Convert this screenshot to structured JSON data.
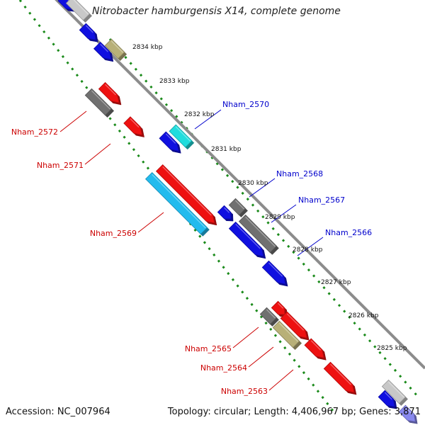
{
  "title": "Nitrobacter hamburgensis X14, complete genome",
  "footer": {
    "accession": "Accession: NC_007964",
    "summary": "Topology: circular; Length: 4,406,967 bp; Genes: 3,871"
  },
  "colors": {
    "backbone": "#8c8c8c",
    "tick": "#1a8a1a",
    "forward_label": "#0000cc",
    "reverse_label": "#cc0000",
    "gene_blue": "#1010e0",
    "gene_red": "#ee1111",
    "gene_gray": "#707070",
    "gene_khaki": "#b8b078",
    "gene_cyan": "#20dddd",
    "gene_skyblue": "#22bbee",
    "gene_lightgray": "#c8c8c8",
    "gene_lavender": "#8888ee"
  },
  "scale_ticks": [
    "2834 kbp",
    "2833 kbp",
    "2832 kbp",
    "2831 kbp",
    "2830 kbp",
    "2829 kbp",
    "2828 kbp",
    "2827 kbp",
    "2826 kbp",
    "2825 kbp"
  ],
  "gene_labels": [
    {
      "name": "Nham_2570",
      "strand": "forward"
    },
    {
      "name": "Nham_2568",
      "strand": "forward"
    },
    {
      "name": "Nham_2567",
      "strand": "forward"
    },
    {
      "name": "Nham_2566",
      "strand": "forward"
    },
    {
      "name": "Nham_2572",
      "strand": "reverse"
    },
    {
      "name": "Nham_2571",
      "strand": "reverse"
    },
    {
      "name": "Nham_2569",
      "strand": "reverse"
    },
    {
      "name": "Nham_2565",
      "strand": "reverse"
    },
    {
      "name": "Nham_2564",
      "strand": "reverse"
    },
    {
      "name": "Nham_2563",
      "strand": "reverse"
    }
  ],
  "genes": [
    {
      "id": "g1",
      "color": "gene_blue",
      "strand": "forward"
    },
    {
      "id": "g2",
      "color": "gene_lightgray",
      "strand": "forward"
    },
    {
      "id": "g3",
      "color": "gene_blue",
      "strand": "forward"
    },
    {
      "id": "g4",
      "color": "gene_blue",
      "strand": "forward"
    },
    {
      "id": "g5",
      "color": "gene_khaki",
      "strand": "reverse"
    },
    {
      "id": "g6",
      "color": "gene_gray",
      "strand": "reverse"
    },
    {
      "id": "g7",
      "color": "gene_red",
      "strand": "reverse"
    },
    {
      "id": "g8",
      "color": "gene_red",
      "strand": "reverse"
    },
    {
      "id": "g9",
      "color": "gene_blue",
      "strand": "forward"
    },
    {
      "id": "g10",
      "color": "gene_cyan",
      "strand": "forward"
    },
    {
      "id": "g11",
      "color": "gene_skyblue",
      "strand": "reverse"
    },
    {
      "id": "g12",
      "color": "gene_red",
      "strand": "reverse"
    },
    {
      "id": "g13",
      "color": "gene_blue",
      "strand": "forward"
    },
    {
      "id": "g14",
      "color": "gene_gray",
      "strand": "forward"
    },
    {
      "id": "g15",
      "color": "gene_blue",
      "strand": "forward"
    },
    {
      "id": "g16",
      "color": "gene_gray",
      "strand": "forward"
    },
    {
      "id": "g17",
      "color": "gene_blue",
      "strand": "forward"
    },
    {
      "id": "g18",
      "color": "gene_gray",
      "strand": "reverse"
    },
    {
      "id": "g19",
      "color": "gene_red",
      "strand": "reverse"
    },
    {
      "id": "g20",
      "color": "gene_khaki",
      "strand": "reverse"
    },
    {
      "id": "g21",
      "color": "gene_red",
      "strand": "reverse"
    },
    {
      "id": "g22",
      "color": "gene_red",
      "strand": "reverse"
    },
    {
      "id": "g23",
      "color": "gene_red",
      "strand": "reverse"
    },
    {
      "id": "g24",
      "color": "gene_blue",
      "strand": "forward"
    },
    {
      "id": "g25",
      "color": "gene_lightgray",
      "strand": "forward"
    },
    {
      "id": "g26",
      "color": "gene_lavender",
      "strand": "forward"
    }
  ]
}
